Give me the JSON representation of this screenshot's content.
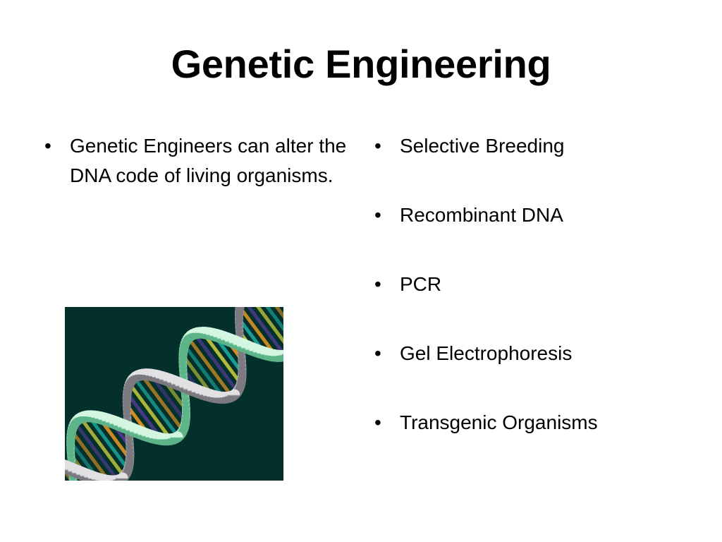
{
  "slide": {
    "title": "Genetic Engineering",
    "background_color": "#ffffff",
    "text_color": "#000000",
    "bullet_glyph": "•"
  },
  "left_column": {
    "bullets": [
      {
        "text": "Genetic Engineers can alter the DNA code of living organisms."
      }
    ]
  },
  "right_column": {
    "bullets": [
      {
        "text": "Selective Breeding"
      },
      {
        "text": "Recombinant DNA"
      },
      {
        "text": "PCR"
      },
      {
        "text": "Gel Electrophoresis"
      },
      {
        "text": "Transgenic Organisms"
      }
    ]
  },
  "figure": {
    "name": "dna-double-helix-image",
    "alt": "DNA double helix illustration",
    "background_color": "#04302c",
    "strand_colors": {
      "strand_a": "#a8e6c4",
      "strand_b": "#b9b7bb"
    },
    "rung_colors": [
      "#17a39a",
      "#d89020",
      "#4a3a8c",
      "#c8cc3a"
    ]
  }
}
